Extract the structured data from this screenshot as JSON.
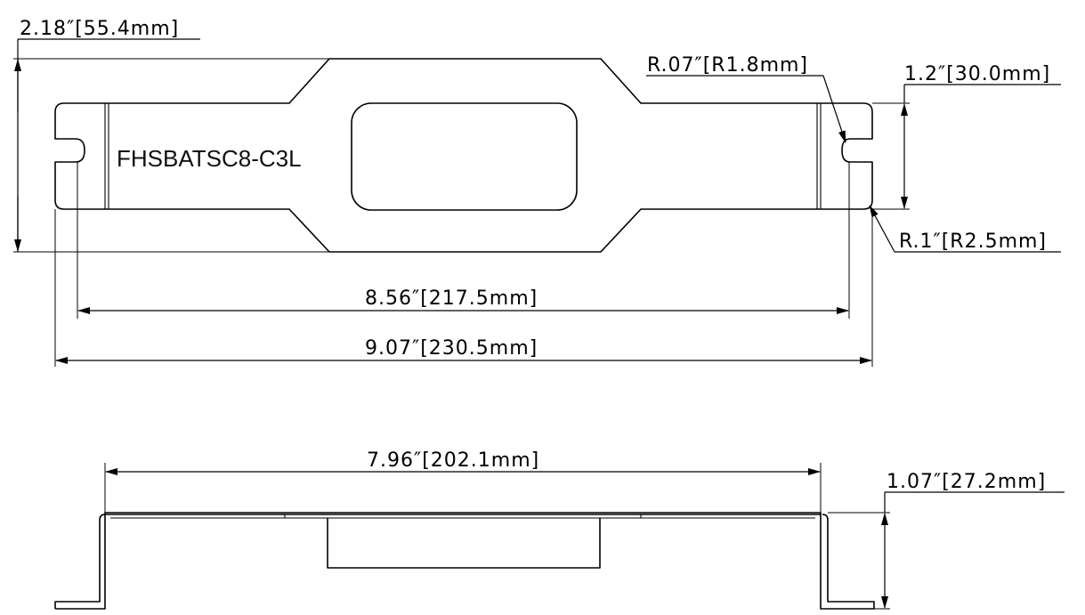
{
  "part_number": "FHSBATSC8-C3L",
  "dimensions": {
    "overall_height": "2.18″[55.4mm]",
    "fillet_radius_small": "R.07″[R1.8mm]",
    "slot_spacing": "1.2″[30.0mm]",
    "corner_radius": "R.1″[R2.5mm]",
    "slot_center_distance": "8.56″[217.5mm]",
    "overall_length": "9.07″[230.5mm]",
    "side_top_length": "7.96″[202.1mm]",
    "side_height": "1.07″[27.2mm]"
  }
}
